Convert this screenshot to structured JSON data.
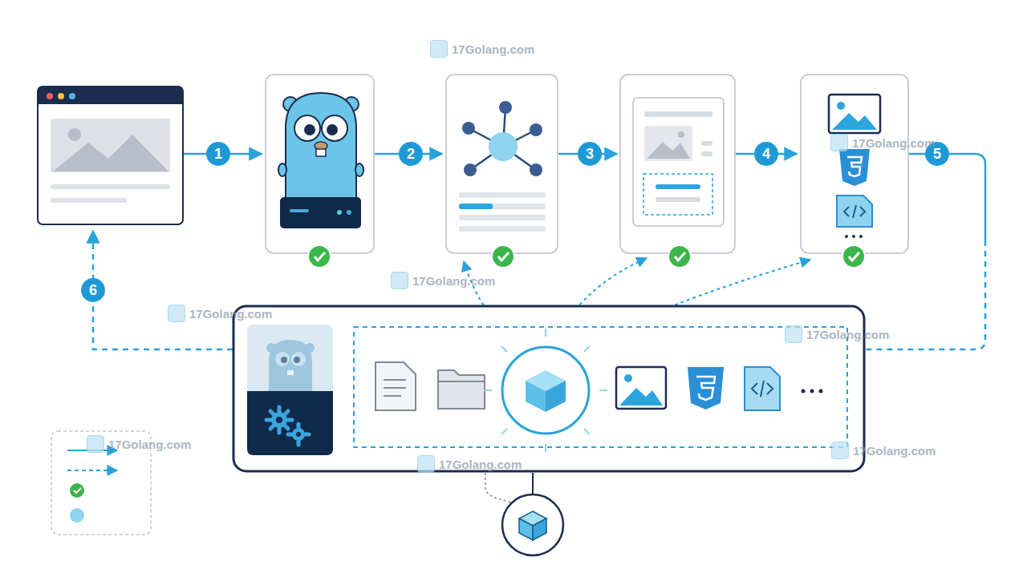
{
  "diagram": {
    "labels": [
      "1",
      "2",
      "3",
      "4",
      "5",
      "6",
      "17Golang.com",
      "17Golang.com",
      "17Golang.com",
      "17Golang.com",
      "17Golang.com",
      "17Golang.com",
      "17Golang.com",
      "17Golang.com"
    ]
  }
}
